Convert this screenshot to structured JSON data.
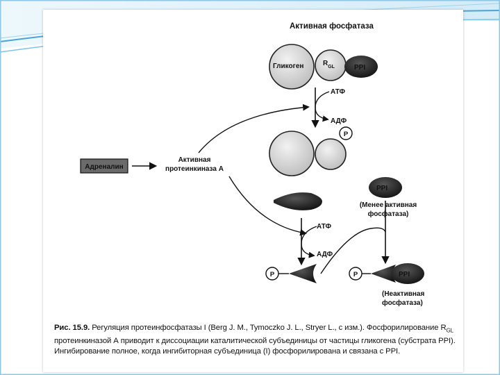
{
  "diagram": {
    "title_active": "Активная фосфатаза",
    "glycogen": "Гликоген",
    "r_gl_base": "R",
    "r_gl_sub": "GL",
    "ppi": "PPI",
    "atp": "АТФ",
    "adp": "АДФ",
    "phosphate": "P",
    "adrenaline": "Адреналин",
    "pka_line1": "Активная",
    "pka_line2": "протеинкиназа А",
    "less_active_line1": "(Менее активная",
    "less_active_line2": "фосфатаза)",
    "inactive_line1": "(Неактивная",
    "inactive_line2": "фосфатаза)"
  },
  "caption": {
    "label": "Рис. 15.9.",
    "part1": "Регуляция протеинфосфатазы I (Berg J. M., Tymoczko J. L., Stryer L., с изм.). Фосфорилирование R",
    "sub": "GL",
    "part2": " протеинкиназой А приводит к диссоциации каталитической субъединицы от частицы гликогена (субстрата PPI). Ингибирование полное, когда ингибиторная субъединица (I) фосфорилирована и связана с PPI."
  },
  "colors": {
    "accent_blue": "#4aa3d8",
    "light_blue": "#bfe3f5",
    "sphere_gray": "#d9d9d9",
    "dark_shape": "#1e1e1e"
  }
}
